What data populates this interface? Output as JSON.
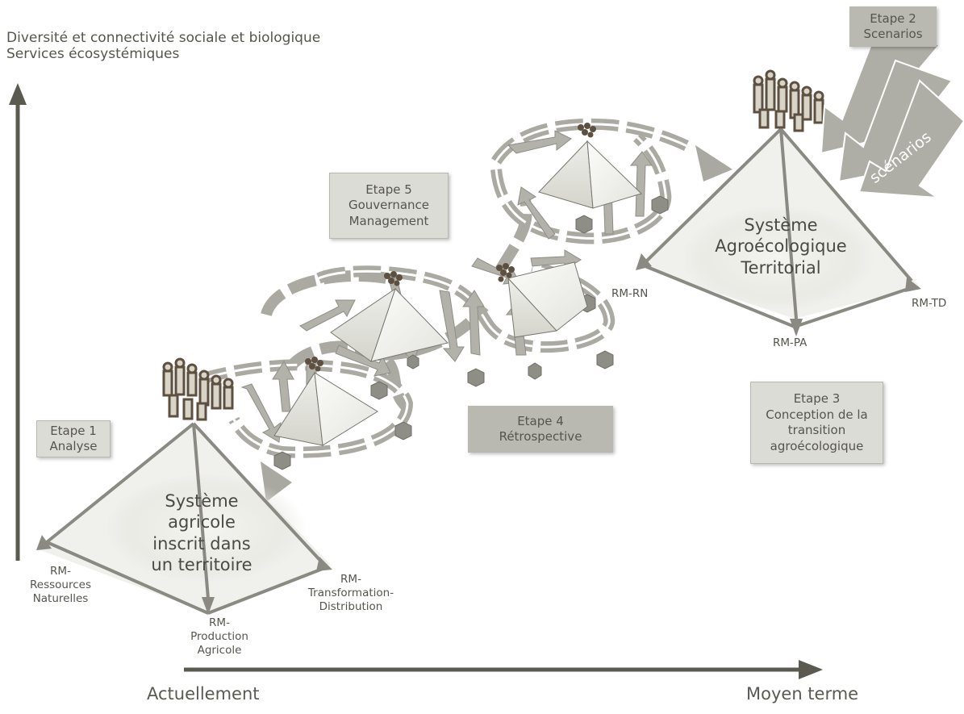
{
  "axes": {
    "y_label_lines": [
      "Diversité et connectivité sociale et biologique",
      "Services écosystémiques"
    ],
    "x_start_label": "Actuellement",
    "x_end_label": "Moyen terme"
  },
  "steps": {
    "etape1": [
      "Etape 1",
      "Analyse"
    ],
    "etape2": [
      "Etape 2",
      "Scenarios"
    ],
    "etape3": [
      "Etape 3",
      "Conception de la",
      "transition",
      "agroécologique"
    ],
    "etape4": [
      "Etape 4",
      "Rétrospective"
    ],
    "etape5": [
      "Etape 5",
      "Gouvernance",
      "Management"
    ]
  },
  "systems": {
    "initial": [
      "Système",
      "agricole",
      "inscrit dans",
      "un territoire"
    ],
    "final": [
      "Système",
      "Agroécologique",
      "Territorial"
    ]
  },
  "rm_labels": {
    "ressources": [
      "RM-",
      "Ressources",
      "Naturelles"
    ],
    "production": [
      "RM-",
      "Production",
      "Agricole"
    ],
    "transformation": [
      "RM-",
      "Transformation-",
      "Distribution"
    ],
    "rn": "RM-RN",
    "pa": "RM-PA",
    "td": "RM-TD"
  },
  "scenarios_label": "scénarios",
  "colors": {
    "axis": "#5a5a50",
    "box_light": "#dcdcd6",
    "box_dark": "#b9b9b1",
    "path": "#aaaaa2",
    "text": "#55554d"
  }
}
